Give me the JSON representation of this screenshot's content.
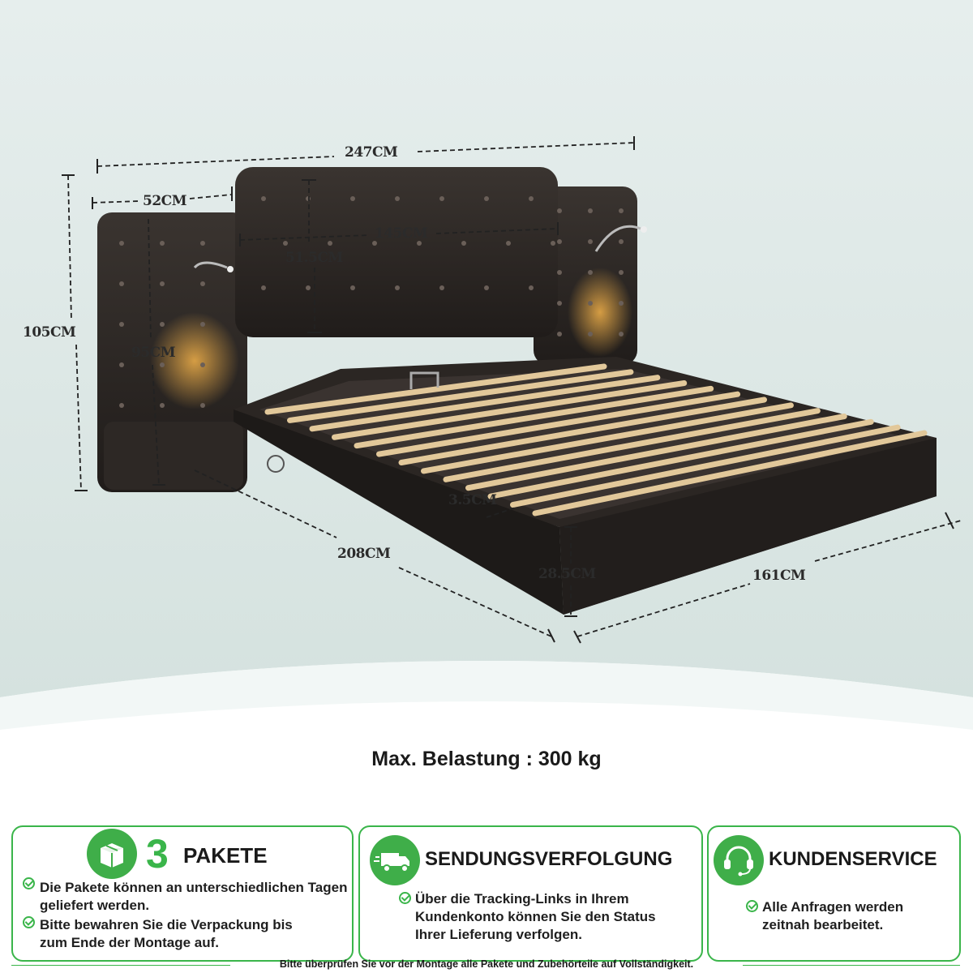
{
  "dimensions": {
    "total_width": "247CM",
    "side_panel_width": "52CM",
    "headboard_width": "145CM",
    "headboard_height": "51.5CM",
    "total_height": "105CM",
    "side_panel_height": "95CM",
    "frame_length": "208CM",
    "slat_gap": "3.5CM",
    "frame_height": "28.5CM",
    "frame_width": "161CM"
  },
  "max_load": "Max. Belastung : 300 kg",
  "cards": [
    {
      "number": "3",
      "title": "PAKETE",
      "icon": "package-icon",
      "items": [
        "Die Pakete können an unterschiedlichen Tagen geliefert werden.",
        "Bitte bewahren Sie die Verpackung bis zum Ende der Montage auf."
      ]
    },
    {
      "title": "SENDUNGSVERFOLGUNG",
      "icon": "delivery-truck-icon",
      "items": [
        "Über die Tracking-Links in Ihrem Kundenkonto können Sie den Status Ihrer Lieferung verfolgen."
      ]
    },
    {
      "title": "KUNDENSERVICE",
      "icon": "headset-icon",
      "items": [
        "Alle Anfragen werden zeitnah bearbeitet."
      ]
    }
  ],
  "footer": "Bitte überprüfen Sie vor der Montage alle Pakete und Zubehörteile auf Vollständigkeit.",
  "colors": {
    "accent_green": "#3ab54a",
    "top_background": "#dde8e6",
    "bed_leather": "#2a2522",
    "slat_wood": "#e2c89a"
  }
}
